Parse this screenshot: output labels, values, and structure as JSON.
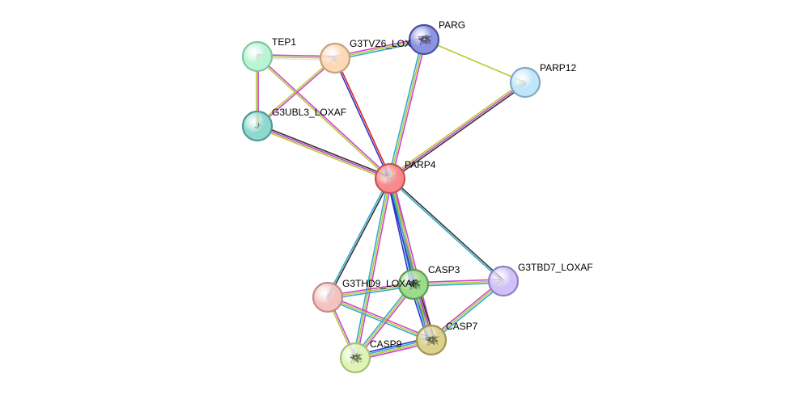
{
  "network": {
    "nodes": [
      {
        "id": "TEP1",
        "label": "TEP1",
        "fill": "#b9f5d4",
        "stroke": "#7fc79e",
        "glyph": "none"
      },
      {
        "id": "G3TVZ6",
        "label": "G3TVZ6_LOX",
        "fill": "#fcd9b6",
        "stroke": "#c9a07a",
        "glyph": "none"
      },
      {
        "id": "PARG",
        "label": "PARG",
        "fill": "#8c93e0",
        "stroke": "#4b4f9e",
        "glyph": "protein-structure-icon"
      },
      {
        "id": "PARP12",
        "label": "PARP12",
        "fill": "#bfe6fb",
        "stroke": "#82a9c2",
        "glyph": "none"
      },
      {
        "id": "G3UBL3",
        "label": "G3UBL3_LOXAF",
        "fill": "#8ed8d0",
        "stroke": "#4b9c92",
        "glyph": "small-fragment-icon"
      },
      {
        "id": "PARP4",
        "label": "PARP4",
        "fill": "#f98a8a",
        "stroke": "#c45353",
        "glyph": "none"
      },
      {
        "id": "G3THD9",
        "label": "G3THD9_LOXAF",
        "fill": "#f5c2c2",
        "stroke": "#c28b8b",
        "glyph": "none"
      },
      {
        "id": "CASP3",
        "label": "CASP3",
        "fill": "#9bdc8c",
        "stroke": "#5c9c4d",
        "glyph": "protein-structure-icon"
      },
      {
        "id": "G3TBD7",
        "label": "G3TBD7_LOXAF",
        "fill": "#cfc2f8",
        "stroke": "#9082c0",
        "glyph": "none"
      },
      {
        "id": "CASP7",
        "label": "CASP7",
        "fill": "#ddd28d",
        "stroke": "#9f9450",
        "glyph": "protein-structure-icon"
      },
      {
        "id": "CASP9",
        "label": "CASP9",
        "fill": "#dff5b5",
        "stroke": "#a6bf7c",
        "glyph": "protein-structure-icon"
      }
    ],
    "edges": [
      {
        "source": "TEP1",
        "target": "G3TVZ6",
        "colors": [
          "#cc44cc",
          "#b3cc33",
          "#e6e6e6"
        ]
      },
      {
        "source": "TEP1",
        "target": "G3UBL3",
        "colors": [
          "#cc44cc",
          "#b3cc33"
        ]
      },
      {
        "source": "TEP1",
        "target": "PARP4",
        "colors": [
          "#cc44cc",
          "#b3cc33"
        ]
      },
      {
        "source": "G3TVZ6",
        "target": "G3UBL3",
        "colors": [
          "#cc44cc",
          "#b3cc33"
        ]
      },
      {
        "source": "G3TVZ6",
        "target": "PARP4",
        "colors": [
          "#dd2222",
          "#3333cc"
        ]
      },
      {
        "source": "G3TVZ6",
        "target": "PARG",
        "colors": [
          "#cc44cc",
          "#b3cc33",
          "#33aacc"
        ]
      },
      {
        "source": "G3UBL3",
        "target": "PARP4",
        "colors": [
          "#333333",
          "#cc44cc",
          "#b3cc33"
        ]
      },
      {
        "source": "PARG",
        "target": "PARP4",
        "colors": [
          "#cc44cc",
          "#b3cc33",
          "#33aacc"
        ]
      },
      {
        "source": "PARG",
        "target": "PARP12",
        "colors": [
          "#b3cc33"
        ]
      },
      {
        "source": "PARP12",
        "target": "PARP4",
        "colors": [
          "#333333",
          "#cc44cc",
          "#b3cc33"
        ]
      },
      {
        "source": "PARP4",
        "target": "G3THD9",
        "colors": [
          "#333333",
          "#33aacc"
        ]
      },
      {
        "source": "PARP4",
        "target": "CASP3",
        "colors": [
          "#cc44cc",
          "#b3cc33",
          "#33aacc",
          "#3333cc"
        ]
      },
      {
        "source": "PARP4",
        "target": "CASP7",
        "colors": [
          "#cc44cc",
          "#b3cc33",
          "#33aacc",
          "#3333cc"
        ]
      },
      {
        "source": "PARP4",
        "target": "CASP9",
        "colors": [
          "#cc44cc",
          "#b3cc33",
          "#33aacc"
        ]
      },
      {
        "source": "PARP4",
        "target": "G3TBD7",
        "colors": [
          "#333333",
          "#33aacc"
        ]
      },
      {
        "source": "G3THD9",
        "target": "CASP3",
        "colors": [
          "#cc44cc",
          "#b3cc33",
          "#33aacc"
        ]
      },
      {
        "source": "G3THD9",
        "target": "CASP7",
        "colors": [
          "#cc44cc",
          "#b3cc33",
          "#33aacc"
        ]
      },
      {
        "source": "G3THD9",
        "target": "CASP9",
        "colors": [
          "#cc44cc",
          "#b3cc33"
        ]
      },
      {
        "source": "CASP3",
        "target": "CASP7",
        "colors": [
          "#333333",
          "#cc44cc",
          "#b3cc33",
          "#33aacc",
          "#3333cc"
        ]
      },
      {
        "source": "CASP3",
        "target": "CASP9",
        "colors": [
          "#cc44cc",
          "#b3cc33",
          "#33aacc"
        ]
      },
      {
        "source": "CASP3",
        "target": "G3TBD7",
        "colors": [
          "#cc44cc",
          "#b3cc33",
          "#33aacc"
        ]
      },
      {
        "source": "CASP7",
        "target": "CASP9",
        "colors": [
          "#cc44cc",
          "#b3cc33",
          "#33aacc",
          "#3333cc"
        ]
      },
      {
        "source": "CASP7",
        "target": "G3TBD7",
        "colors": [
          "#cc44cc",
          "#b3cc33",
          "#33aacc"
        ]
      }
    ]
  }
}
